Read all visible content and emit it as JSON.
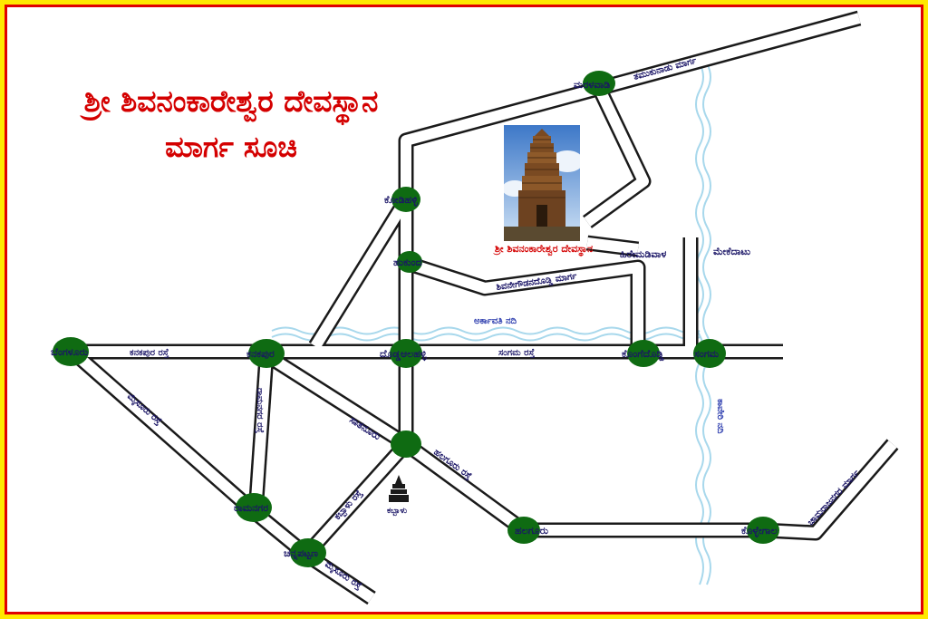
{
  "title": {
    "line1": "ಶ್ರೀ ಶಿವನಂಕಾರೇಶ್ವರ ದೇವಸ್ಥಾನ",
    "line2": "ಮಾರ್ಗ ಸೂಚಿ"
  },
  "temple": {
    "caption": "ಶ್ರೀ ಶಿವನಂಕಾರೇಶ್ವರ ದೇವಸ್ಥಾನ"
  },
  "places": {
    "bengaluru": "ಬೆಂಗಳೂರು",
    "kanakapura": "ಕನಕಪುರ",
    "doddaaluhalli": "ದೊಡ್ಡಆಲಹಳ್ಳಿ",
    "kodihalli": "ಕೋಡಿಹಳ್ಳಿ",
    "hukunda": "ಹುಕುಂದ",
    "maralavadi": "ಮರಳವಾಡಿ",
    "hiremadivala": "ಹಿರೇಮಡಿವಾಳ",
    "kongedoddi": "ಕೊಂಗೆದೊಡ್ಡಿ",
    "sangama": "ಸಂಗಮ",
    "mekedatu": "ಮೇಕೆದಾಟು",
    "sathanuru": "ಸಾತನೂರು",
    "halagur": "ಹಲಗೂರು",
    "kollegala": "ಕೊಳ್ಳೇಗಾಲ",
    "ramanagara": "ರಾಮನಗರ",
    "channapatna": "ಚನ್ನಪಟ್ಟಣ",
    "kabbalu": "ಕಬ್ಬಾಳು"
  },
  "roads": {
    "kanakapura_road": "ಕನಕಪುರ ರಸ್ತೆ",
    "sangama_road": "ಸಂಗಮ ರಸ್ತೆ",
    "mysuru_road_1": "ಮೈಸೂರು ರಸ್ತೆ",
    "mysuru_road_2": "ಮೈಸೂರು ರಸ್ತೆ",
    "ramanagara_road": "ರಾಮನಗರ ರಸ್ತೆ",
    "kabbalu_road": "ಕಬ್ಬಾಳು ರಸ್ತೆ",
    "halagur_road": "ಹಲಗೂರು ರಸ್ತೆ",
    "thamukunadu_marga": "ತಮುಕುನಾಡು ಮಾರ್ಗ",
    "shivanegowdanadoddi_marga": "ಶಿವನೇಗೌಡನದೊಡ್ಡಿ ಮಾರ್ಗ",
    "chamarajanagar_marga": "ಚಾಮರಾಜನಗರ ಮಾರ್ಗ"
  },
  "rivers": {
    "arkavathi": "ಅರ್ಕಾವತಿ ನದಿ",
    "kaveri": "ಕಾವೇರಿ ನದಿ"
  },
  "colors": {
    "border_outer": "#ffe800",
    "border_inner": "#e00000",
    "title": "#d40000",
    "road_outline": "#1a1a1a",
    "junction": "#0f6b12",
    "label": "#1a1566",
    "river": "#a8d8ec"
  }
}
